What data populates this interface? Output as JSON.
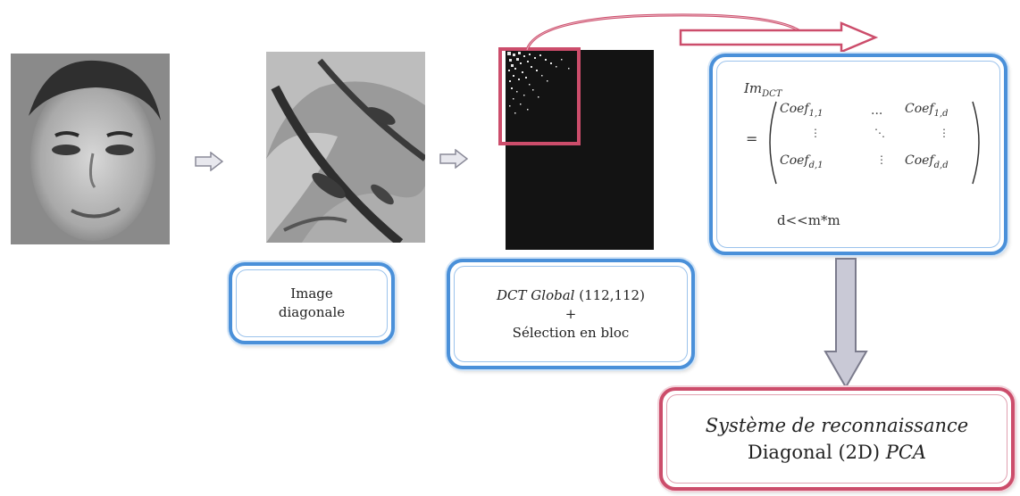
{
  "images": [
    {
      "name": "face-original",
      "kind": "original face photo"
    },
    {
      "name": "face-diagonal",
      "kind": "diagonal face image"
    },
    {
      "name": "dct-coefficients",
      "kind": "global DCT coefficient map"
    }
  ],
  "box_diagonal": {
    "line1": "Image",
    "line2": "diagonale"
  },
  "box_dct": {
    "line1_italic": "DCT Global",
    "line1_rest": " (112,112)",
    "plus": "+",
    "line3": "Sélection en bloc"
  },
  "matrix": {
    "lhs_name": "Im",
    "lhs_sub": "DCT",
    "equals": "=",
    "c11": "Coef",
    "c11_sub": "1,1",
    "c1d": "Coef",
    "c1d_sub": "1,d",
    "cd1": "Coef",
    "cd1_sub": "d,1",
    "cdd": "Coef",
    "cdd_sub": "d,d",
    "hdots": "...",
    "vdots": "⋮",
    "ddots": "⋱",
    "condition": "d<<m*m"
  },
  "box_system": {
    "line1_italic": "Système de reconnaissance",
    "line2_plain": "Diagonal (2D) ",
    "line2_italic": "PCA"
  },
  "colors": {
    "blue_border": "#4a90d9",
    "red_border": "#cc4d6b",
    "arrow_fill": "#c9c9d6"
  }
}
